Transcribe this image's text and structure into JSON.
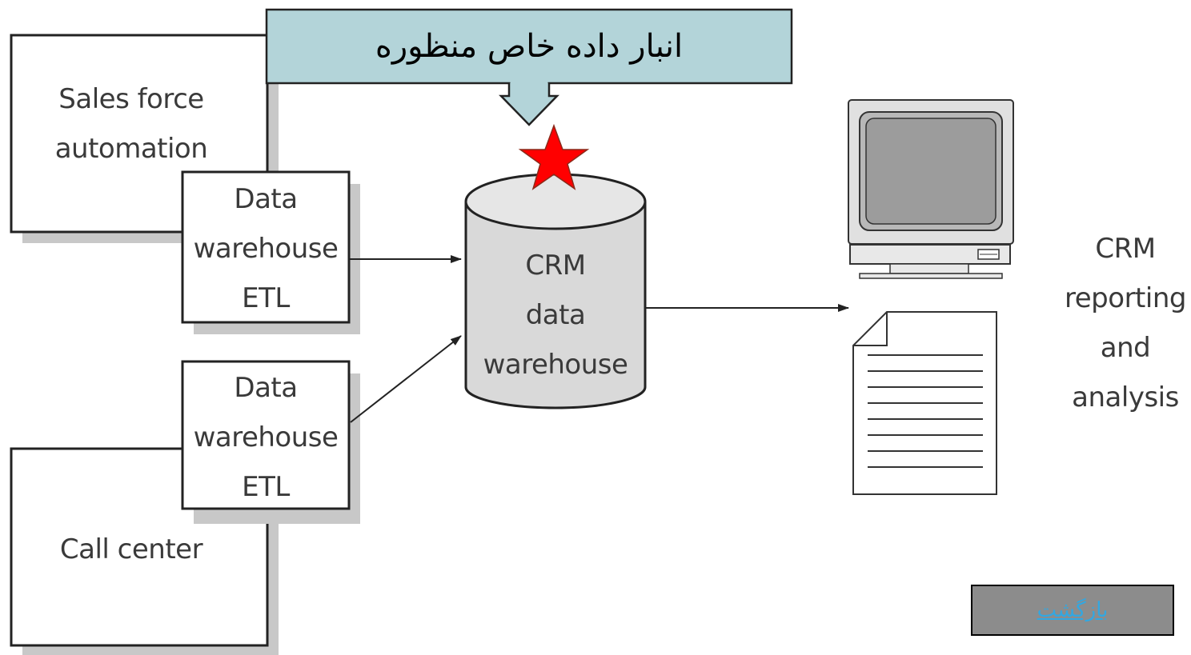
{
  "callout": {
    "text": "انبار داده خاص منظوره"
  },
  "sources": [
    {
      "label_line1": "Sales force",
      "label_line2": "automation"
    },
    {
      "label_line1": "Call center"
    }
  ],
  "etl_boxes": [
    {
      "line1": "Data",
      "line2": "warehouse",
      "line3": "ETL"
    },
    {
      "line1": "Data",
      "line2": "warehouse",
      "line3": "ETL"
    }
  ],
  "warehouse": {
    "line1": "CRM",
    "line2": "data",
    "line3": "warehouse"
  },
  "output": {
    "line1": "CRM",
    "line2": "reporting",
    "line3": "and",
    "line4": "analysis"
  },
  "navigation": {
    "back_label": "بازگشت"
  },
  "colors": {
    "callout_fill": "#b3d4d9",
    "star_fill": "#ff0000",
    "cylinder_fill": "#d9d9d9",
    "button_fill": "#8c8c8c",
    "link_color": "#33a7e0"
  },
  "icons": {
    "star": "star-icon",
    "computer": "computer-monitor-icon",
    "document": "document-icon"
  }
}
